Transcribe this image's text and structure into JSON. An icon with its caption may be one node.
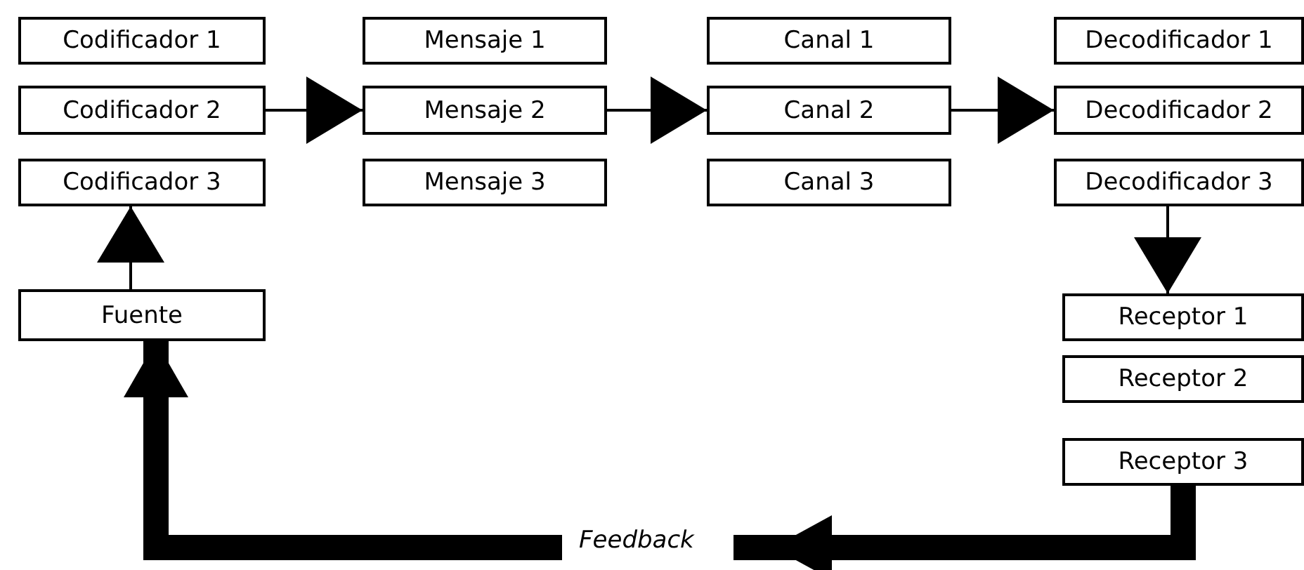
{
  "diagram": {
    "nodes": [
      {
        "text": [
          "Codificador 1"
        ]
      },
      {
        "text": [
          "Mensaje 1"
        ]
      },
      {
        "text": [
          "Canal 1"
        ]
      },
      {
        "text": [
          "Decodificador 1"
        ]
      },
      {
        "text": [
          "Codificador 2"
        ]
      },
      {
        "text": [
          "Mensaje 2"
        ]
      },
      {
        "text": [
          "Canal 2"
        ]
      },
      {
        "text": [
          "Decodificador 2"
        ]
      },
      {
        "text": [
          "Codificador 3"
        ]
      },
      {
        "text": [
          "Mensaje 3"
        ]
      },
      {
        "text": [
          "Canal 3"
        ]
      },
      {
        "text": [
          "Decodificador 3"
        ]
      },
      {
        "text": [
          "Fuente"
        ]
      },
      {
        "text": [
          "Receptor 1"
        ]
      },
      {
        "text": [
          "Receptor 2"
        ]
      },
      {
        "text": [
          "Receptor 3"
        ]
      }
    ],
    "edges": [
      {
        "from": 4,
        "to": 5,
        "arrow": "to"
      },
      {
        "from": 5,
        "to": 6,
        "arrow": "to"
      },
      {
        "from": 6,
        "to": 7,
        "arrow": "to"
      },
      {
        "from": 12,
        "to": 8,
        "arrow": "to"
      },
      {
        "from": 11,
        "to": 13,
        "arrow": "to"
      },
      {
        "from": 15,
        "to": 12,
        "arrow": "to",
        "label": "Feedback",
        "style": "thick"
      }
    ]
  }
}
